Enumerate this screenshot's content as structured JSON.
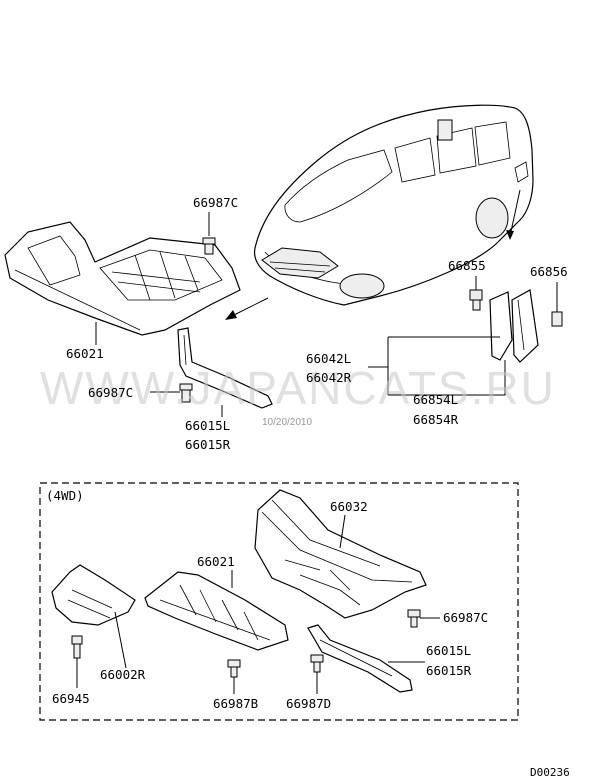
{
  "labels": {
    "p66987C_top": "66987C",
    "p66021_top": "66021",
    "p66987C_mid": "66987C",
    "p66015L_top": "66015L",
    "p66015R_top": "66015R",
    "p66855": "66855",
    "p66856": "66856",
    "p66042L": "66042L",
    "p66042R": "66042R",
    "p66854L": "66854L",
    "p66854R": "66854R",
    "section_4wd": "(4WD)",
    "p66032": "66032",
    "p66021_bot": "66021",
    "p66002R": "66002R",
    "p66987C_bot": "66987C",
    "p66015L_bot": "66015L",
    "p66015R_bot": "66015R",
    "p66945": "66945",
    "p66987B": "66987B",
    "p66987D": "66987D",
    "diagram_code": "D00236"
  },
  "watermark": "WWW.JAPANCATS.RU",
  "date_stamp": "10/20/2010"
}
